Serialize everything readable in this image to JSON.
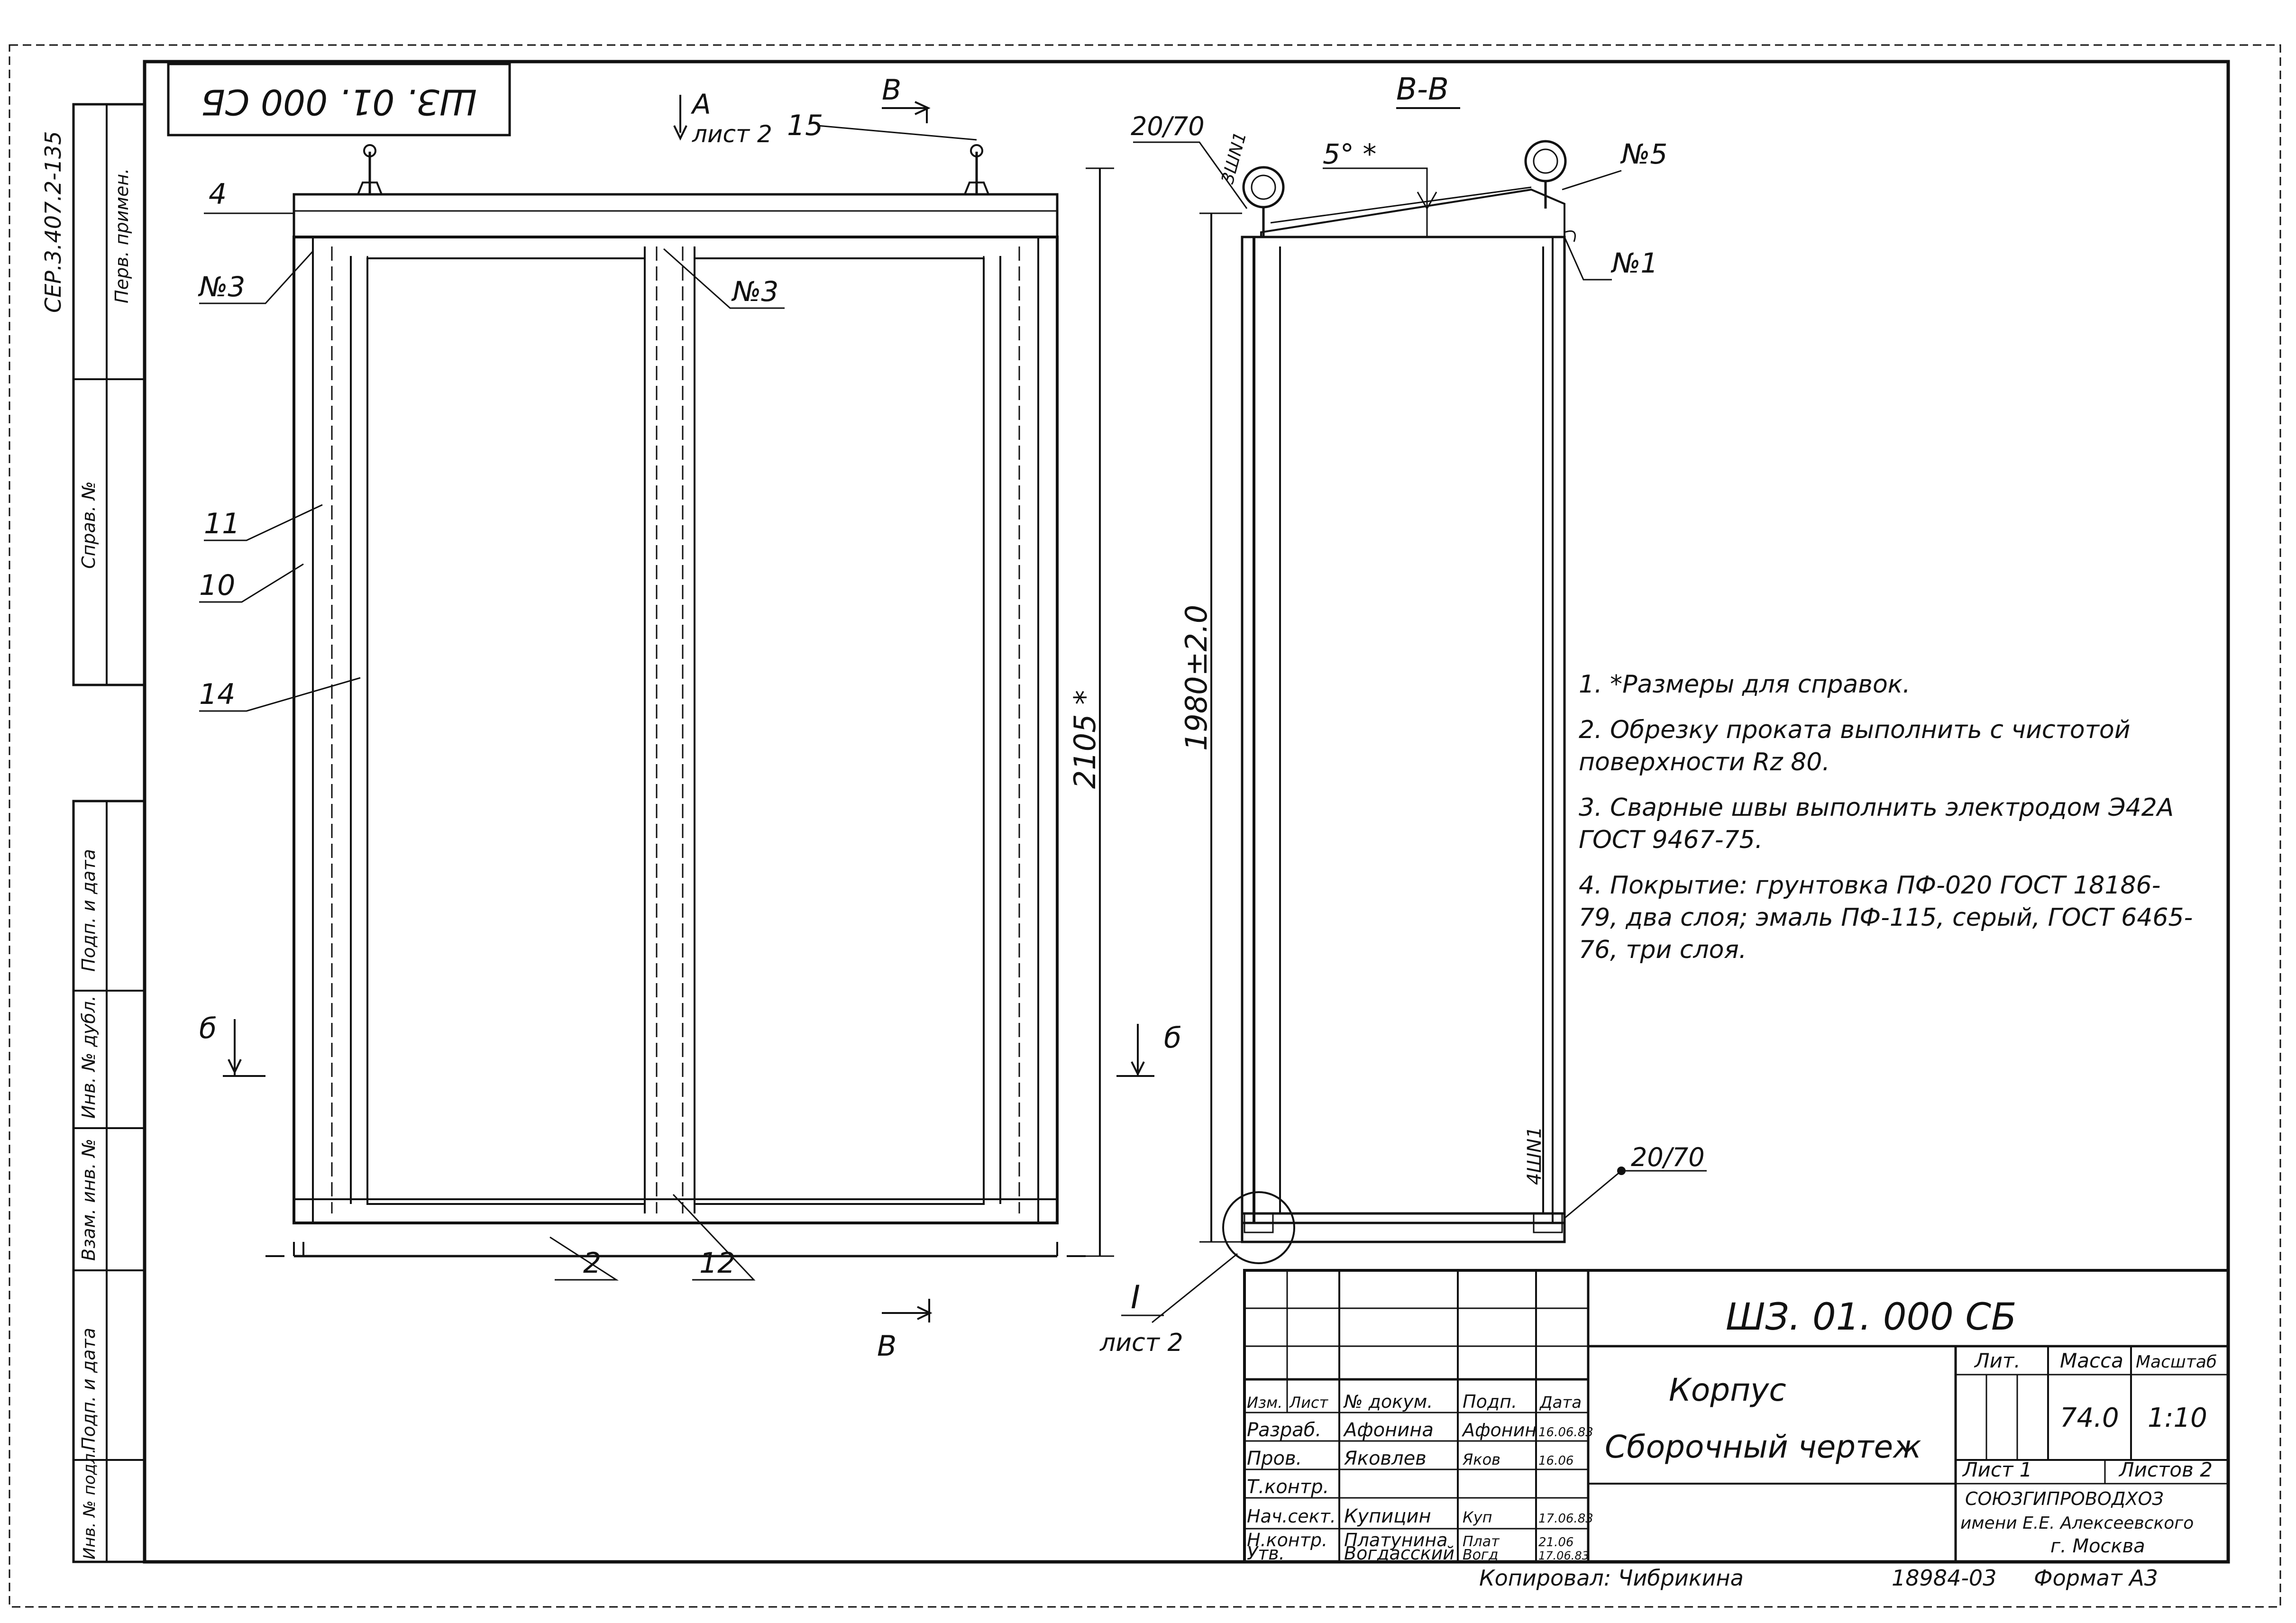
{
  "drawing": {
    "designation": "ШЗ. 01. 000 СБ",
    "designation_mirrored": "ШЗ. 01. 000 СБ",
    "series": "СЕР.3.407.2-135",
    "view_a_label": "А",
    "view_a_sheet": "лист 2",
    "section_b_label": "В",
    "section_b_title": "В-В",
    "section_b6_label": "б",
    "detail_label": "I",
    "detail_sheet": "лист 2",
    "dim_height_front": "2105 *",
    "dim_height_side": "1980±2.0",
    "dim_weld_top": "20/70",
    "dim_weld_bottom": "20/70",
    "weld_count_top": "3ШN1",
    "weld_count_bottom": "4ШN1",
    "angle": "5° *",
    "positions": {
      "p4": "4",
      "p15": "15",
      "p11": "11",
      "p10": "10",
      "p14": "14",
      "p2": "2",
      "p12": "12",
      "n3_left": "№3",
      "n3_mid": "№3",
      "n5": "№5",
      "n1": "№1"
    }
  },
  "notes": [
    "1. *Размеры для справок.",
    "2. Обрезку проката выполнить с чистотой поверхности Rz 80.",
    "3. Сварные швы выполнить электродом Э42А ГОСТ 9467-75.",
    "4. Покрытие: грунтовка ПФ-020 ГОСТ 18186-79, два слоя; эмаль ПФ-115, серый, ГОСТ 6465-76, три слоя."
  ],
  "left_strip": {
    "perv_primen": "Перв. примен.",
    "sprav_no": "Справ. №",
    "podp_data_1": "Подп. и дата",
    "inv_dubl": "Инв. № дубл.",
    "vzam_inv": "Взам. инв. №",
    "podp_data_2": "Подп. и дата",
    "inv_podl": "Инв. № подл."
  },
  "title_block": {
    "designation": "ШЗ. 01. 000 СБ",
    "name_line1": "Корпус",
    "name_line2": "Сборочный чертеж",
    "lit_label": "Лит.",
    "mass_label": "Масса",
    "scale_label": "Масштаб",
    "mass": "74.0",
    "scale": "1:10",
    "sheet": "Лист 1",
    "sheets": "Листов 2",
    "org_line1": "СОЮЗГИПРОВОДХОЗ",
    "org_line2": "имени Е.Е. Алексеевского",
    "org_line3": "г. Москва",
    "headers": {
      "izm": "Изм.",
      "list": "Лист",
      "doc": "№ докум.",
      "podp": "Подп.",
      "data": "Дата"
    },
    "rows": [
      {
        "role": "Разраб.",
        "name": "Афонина",
        "sign": "Афонин",
        "date": "16.06.83"
      },
      {
        "role": "Пров.",
        "name": "Яковлев",
        "sign": "Яков",
        "date": "16.06"
      },
      {
        "role": "Т.контр.",
        "name": "",
        "sign": "",
        "date": ""
      },
      {
        "role": "Нач.сект.",
        "name": "Купицин",
        "sign": "Куп",
        "date": "17.06.83"
      },
      {
        "role": "Н.контр.",
        "name": "Платунина",
        "sign": "Плат",
        "date": "21.06"
      },
      {
        "role": "Утв.",
        "name": "Вогдасский",
        "sign": "Вогд",
        "date": "17.06.83"
      }
    ]
  },
  "footer": {
    "copied": "Копировал: Чибрикина",
    "number": "18984-03",
    "format": "Формат А3"
  }
}
